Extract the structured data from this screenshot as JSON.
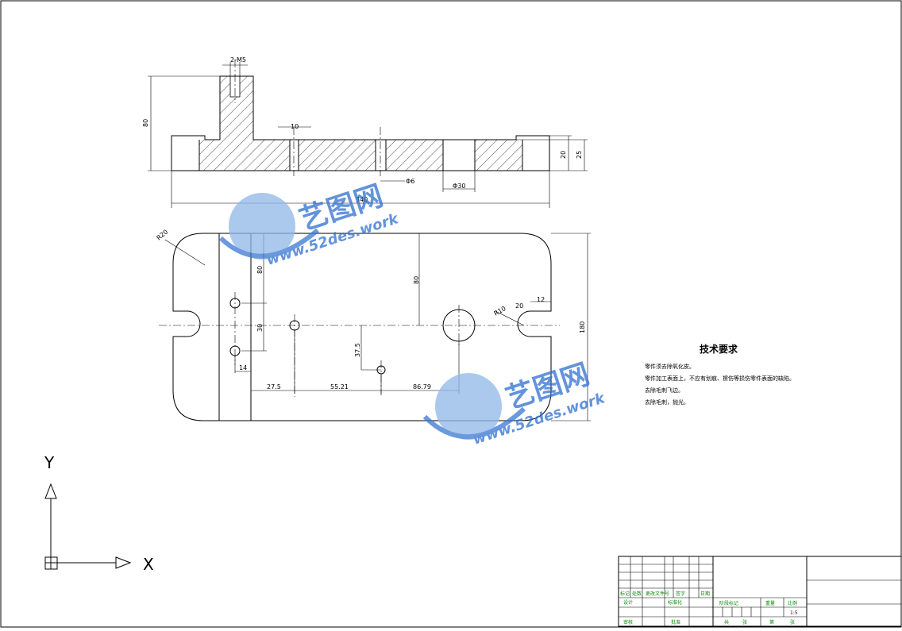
{
  "drawing": {
    "dims": {
      "pin": "2-M5",
      "height": "80",
      "slot_w": "10",
      "thick_a": "20",
      "thick_b": "25",
      "hole_small": "Φ6",
      "hole_big": "Φ30",
      "length": "340",
      "r_corner": "R20",
      "top_off": "80",
      "y80": "80",
      "v30": "30",
      "r_slot": "R10",
      "slot_depth": "20",
      "slot_end": "12",
      "width": "180",
      "v37": "37.5",
      "h14": "14",
      "h27": "27.5",
      "h55": "55.21",
      "h86": "86.79"
    },
    "axis": {
      "x": "X",
      "y": "Y"
    }
  },
  "watermark": {
    "brand": "艺图网",
    "url": "www.52des.work"
  },
  "notes": {
    "title": "技术要求",
    "items": [
      "零件须去除氧化皮。",
      "零件加工表面上，不应有划痕、擦伤等损伤零件表面的缺陷。",
      "去除毛刺飞边。",
      "去除毛刺，抛光。"
    ]
  },
  "title_block": {
    "labels": [
      "标记",
      "处数",
      "更改文件号",
      "签字",
      "日期"
    ],
    "design": "设计",
    "standard": "标准化",
    "check": "审核",
    "approve": "批准",
    "stage": "阶段标记",
    "weight": "重量",
    "scale": "比例",
    "scale_val": "1:5",
    "total": "共",
    "sheet": "第",
    "sheets": "张"
  },
  "colors": {
    "line": "#000000",
    "watermark": "#2f6fd0",
    "tb_green": "#0a8a0a"
  }
}
